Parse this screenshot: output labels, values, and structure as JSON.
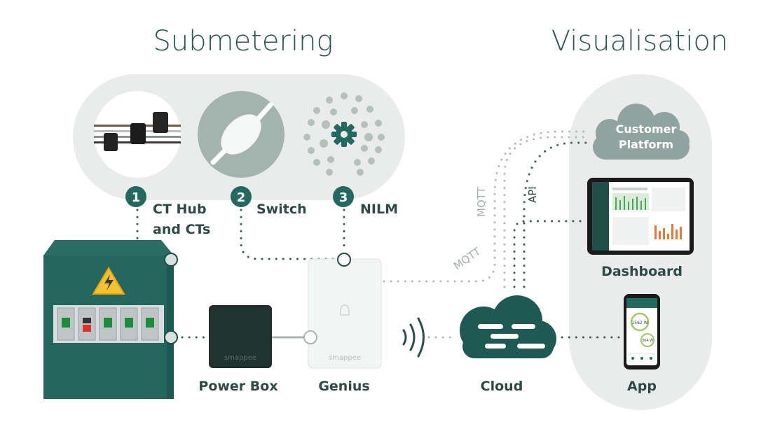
{
  "headings": {
    "submetering": "Submetering",
    "visualisation": "Visualisation"
  },
  "options": [
    {
      "number": "1",
      "label_line1": "CT Hub",
      "label_line2": "and CTs"
    },
    {
      "number": "2",
      "label": "Switch"
    },
    {
      "number": "3",
      "label": "NILM"
    }
  ],
  "devices": {
    "power_box": "Power Box",
    "genius": "Genius",
    "cloud": "Cloud",
    "brand": "smappee"
  },
  "visualisation": {
    "customer_platform_line1": "Customer",
    "customer_platform_line2": "Platform",
    "dashboard": "Dashboard",
    "app": "App",
    "app_value_1": "1562 W",
    "app_value_2": "364 W"
  },
  "links": {
    "mqtt_upper": "MQTT",
    "mqtt_lower": "MQTT",
    "api": "API"
  },
  "colors": {
    "primary": "#24695f",
    "dark": "#1f3f38",
    "light_panel": "#eaeceb",
    "text": "#2e4a44",
    "dot": "#3e5c56"
  }
}
